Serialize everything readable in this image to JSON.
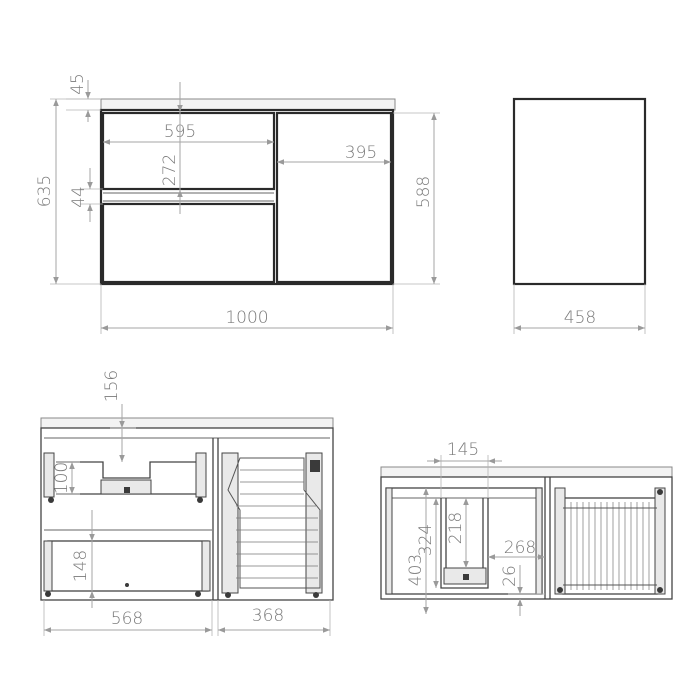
{
  "views": {
    "front": {
      "dims": {
        "top_thickness": "45",
        "drawer_width": "595",
        "drawer_height": "272",
        "total_height": "635",
        "gap": "44",
        "door_width": "395",
        "door_height": "588",
        "total_width": "1000"
      }
    },
    "side": {
      "dims": {
        "depth": "458"
      }
    },
    "interior_front": {
      "dims": {
        "top_clearance": "156",
        "upper_drawer_height": "100",
        "lower_drawer_height": "148",
        "drawer_inner_width": "568",
        "pullout_width": "368"
      }
    },
    "interior_side": {
      "dims": {
        "cutout_width": "145",
        "cutout_height": "218",
        "inner_height_a": "403",
        "inner_height_b": "324",
        "pullout_depth": "268",
        "bottom_clearance": "26"
      }
    }
  }
}
